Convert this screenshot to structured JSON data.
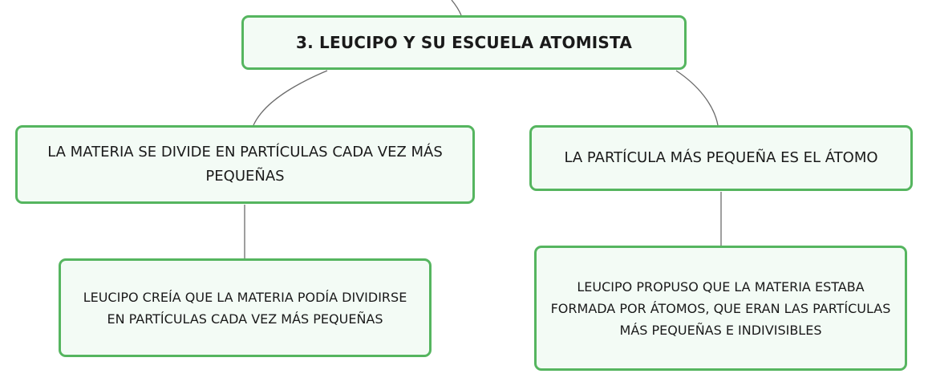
{
  "map": {
    "title": "3. LEUCIPO Y SU ESCUELA ATOMISTA",
    "left": {
      "text": "LA MATERIA SE DIVIDE EN PARTÍCULAS CADA VEZ MÁS PEQUEÑAS",
      "child": "LEUCIPO CREÍA QUE LA MATERIA PODÍA DIVIDIRSE EN PARTÍCULAS CADA VEZ MÁS PEQUEÑAS"
    },
    "right": {
      "text": "LA PARTÍCULA MÁS PEQUEÑA ES EL ÁTOMO",
      "child": "LEUCIPO PROPUSO QUE LA MATERIA ESTABA FORMADA POR ÁTOMOS, QUE ERAN LAS PARTÍCULAS MÁS PEQUEÑAS E INDIVISIBLES"
    }
  },
  "colors": {
    "node_border": "#55b55f",
    "node_fill": "#f3fbf5",
    "connector": "#6b6b6b"
  }
}
